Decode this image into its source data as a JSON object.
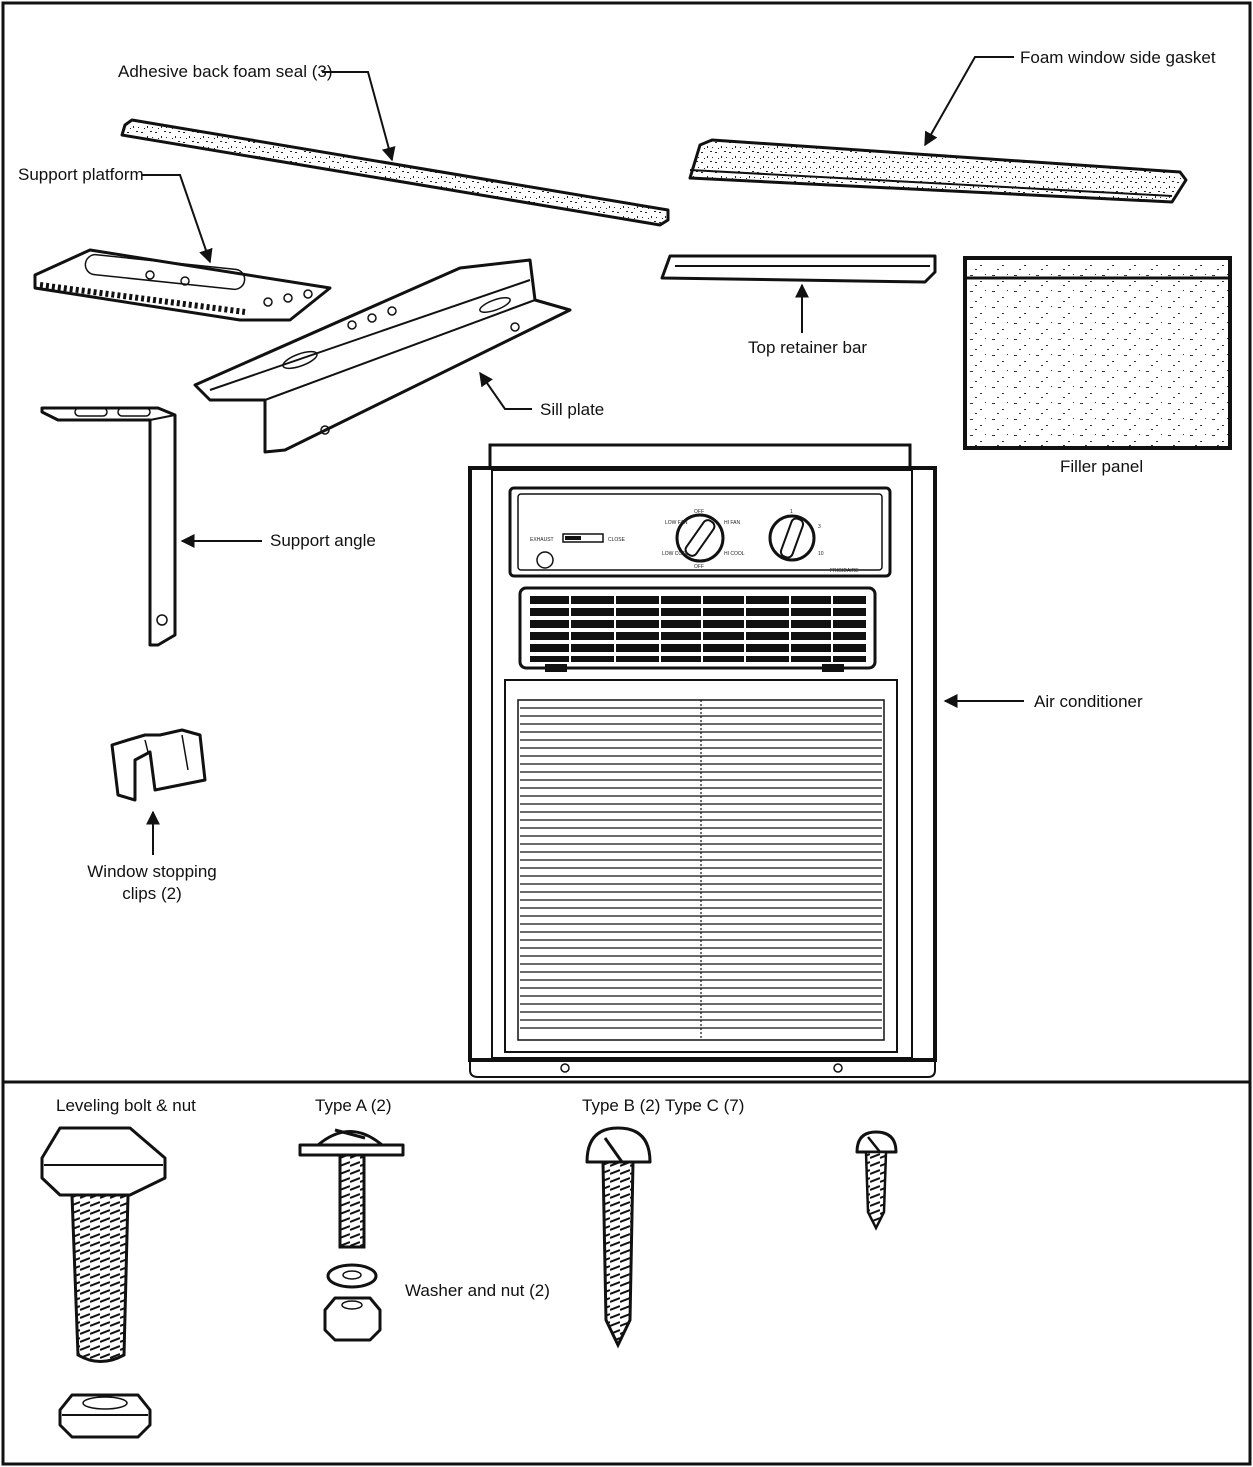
{
  "labels": {
    "foam_seal": "Adhesive back foam seal (3)",
    "gasket": "Foam window side gasket",
    "support_platform": "Support platform",
    "top_retainer": "Top retainer bar",
    "sill_plate": "Sill plate",
    "filler_panel": "Filler panel",
    "support_angle": "Support angle",
    "air_conditioner": "Air conditioner",
    "clips_line1": "Window stopping",
    "clips_line2": "clips (2)",
    "leveling_bolt": "Leveling bolt & nut",
    "type_a": "Type A (2)",
    "type_b": "Type B (2)",
    "type_c": "Type C (7)",
    "washer_nut": "Washer and nut (2)"
  },
  "control_panel": {
    "switch_left": "EXHAUST",
    "switch_right": "CLOSE",
    "fan_off": "OFF",
    "fan_low": "LOW FAN",
    "fan_hi": "HI FAN",
    "cool_low": "LOW COOL",
    "cool_hi": "HI COOL",
    "fan_bottom": "OFF",
    "thermo_1": "1",
    "thermo_3": "3",
    "thermo_10": "10",
    "brand": "FRIGIDAIRE"
  }
}
